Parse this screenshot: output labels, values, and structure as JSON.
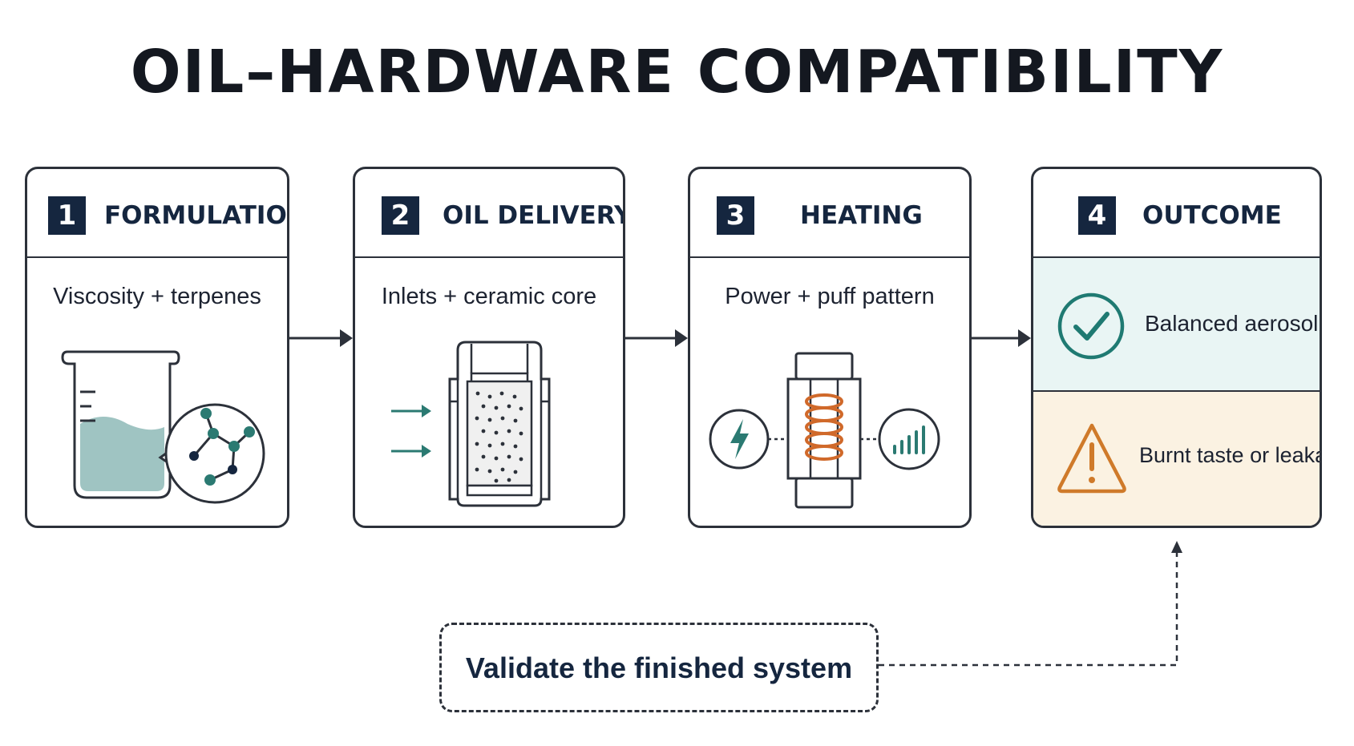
{
  "title": "OIL–HARDWARE COMPATIBILITY",
  "steps": [
    {
      "number": "1",
      "title": "FORMULATION",
      "subtitle": "Viscosity + terpenes",
      "icon": "beaker-molecule-icon"
    },
    {
      "number": "2",
      "title": "OIL DELIVERY",
      "subtitle": "Inlets + ceramic core",
      "icon": "cartridge-core-icon"
    },
    {
      "number": "3",
      "title": "HEATING",
      "subtitle": "Power + puff pattern",
      "icon": "coil-heater-icon"
    },
    {
      "number": "4",
      "title": "OUTCOME"
    }
  ],
  "outcomes": {
    "good": {
      "label": "Balanced aerosol",
      "icon": "check-circle-icon",
      "color": "#1f7a72"
    },
    "bad": {
      "label": "Burnt taste or leakage",
      "icon": "warning-triangle-icon",
      "color": "#cf7a2a"
    }
  },
  "validate": {
    "label": "Validate the finished system"
  },
  "colors": {
    "navy": "#15263f",
    "outline": "#2c313a",
    "teal": "#2b7a72",
    "liquid": "#9fc4c2",
    "coil": "#d0692a",
    "good_bg": "#e9f5f4",
    "bad_bg": "#fbf2e2"
  }
}
